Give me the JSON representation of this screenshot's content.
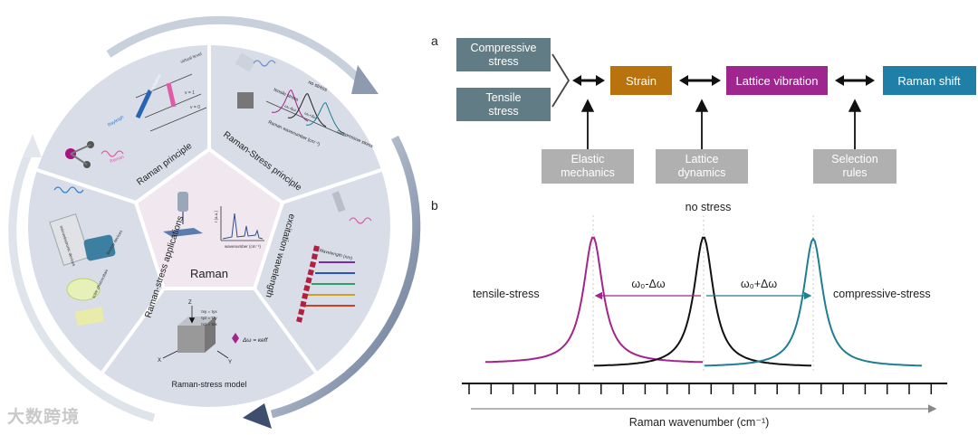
{
  "watermark": "大数跨境",
  "wheel": {
    "center_label": "Raman",
    "segments": {
      "principle": "Raman principle",
      "stress_principle": "Raman-Stress principle",
      "excitation": "excitation wavelength",
      "model": "Raman-stress model",
      "applications": "Raman-stress applications"
    },
    "spectrum_axis": {
      "x": "wavenumber (cm⁻¹)",
      "y": "I (a.u.)"
    },
    "principle_labels": {
      "virtual": "virtual level",
      "rayleigh": "Rayleigh",
      "raman": "Raman",
      "excitation": "excitation",
      "v1": "v = 1",
      "v0": "v = 0"
    },
    "stress_labels": {
      "no_stress": "no stress",
      "tensile": "tensile stress",
      "compressive": "compressive stress",
      "xaxis": "Raman wavenumber (cm⁻¹)",
      "d1": "ω₀-Δω",
      "d2": "ω₀+Δω"
    },
    "excitation_label": "Wavelength (nm)",
    "model_labels": {
      "formula": "Δω = κeff",
      "z": "Z",
      "y": "Y",
      "x": "X",
      "t1": "τxy = τyx",
      "t2": "τyz = τzy",
      "t3": "τxz = τzx"
    },
    "app_labels": {
      "a1": "microelectronic devices",
      "a2": "flexible devices",
      "a3": "solar photovoltaic"
    }
  },
  "panel_a": {
    "label": "a",
    "compressive": "Compressive stress",
    "tensile": "Tensile stress",
    "strain": "Strain",
    "lattice_vibration": "Lattice vibration",
    "raman_shift": "Raman shift",
    "elastic": "Elastic mechanics",
    "lattice_dynamics": "Lattice dynamics",
    "selection": "Selection rules",
    "colors": {
      "stress_box": "#627c86",
      "strain_box": "#b8730e",
      "lattice_box": "#a0268f",
      "raman_box": "#1f7fa6",
      "gray_box": "#b0b0b0"
    }
  },
  "panel_b": {
    "label": "b",
    "no_stress": "no stress",
    "tensile": "tensile-stress",
    "compressive": "compressive-stress",
    "minus": "ω₀-Δω",
    "plus": "ω₀+Δω",
    "xlabel": "Raman wavenumber (cm⁻¹)",
    "colors": {
      "tensile": "#a3258c",
      "none": "#111111",
      "compressive": "#1f7f92"
    }
  }
}
